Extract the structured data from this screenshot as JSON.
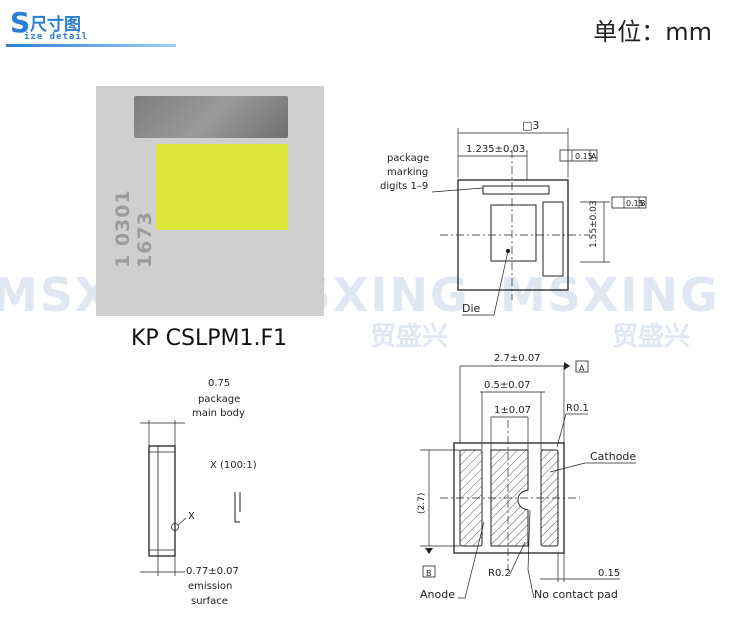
{
  "header": {
    "badge_letter": "S",
    "badge_title_cn": "尺寸图",
    "badge_subtitle_en": "ize detail",
    "unit_label": "单位：mm"
  },
  "photo": {
    "marking_text": "1 0301 1673",
    "model_label": "KP CSLPM1.F1"
  },
  "watermark": {
    "brand": "MSXING",
    "brand_cn": "贸盛兴"
  },
  "top_view": {
    "dim_width": "□3",
    "dim_1235": "1.235±0.03",
    "tol_A": "0.15",
    "tol_A_ref": "A",
    "tol_B": "0.15",
    "tol_B_ref": "B",
    "marking_label_1": "package",
    "marking_label_2": "marking",
    "marking_label_3": "digits 1–9",
    "dim_155": "1.55±0.03",
    "die_label": "Die"
  },
  "side_view": {
    "dim_075": "0.75",
    "label_pkg_1": "package",
    "label_pkg_2": "main body",
    "detail_label": "X (100:1)",
    "x_marker": "X",
    "dim_077": "0.77±0.07",
    "label_emission_1": "emission",
    "label_emission_2": "surface"
  },
  "bottom_view": {
    "dim_27": "2.7±0.07",
    "ref_A": "A",
    "dim_05": "0.5±0.07",
    "dim_1": "1±0.07",
    "r01": "R0.1",
    "cathode": "Cathode",
    "dim_27_paren": "(2.7)",
    "ref_B": "B",
    "r02": "R0.2",
    "dim_015": "0.15",
    "anode": "Anode",
    "no_contact": "No contact pad"
  }
}
